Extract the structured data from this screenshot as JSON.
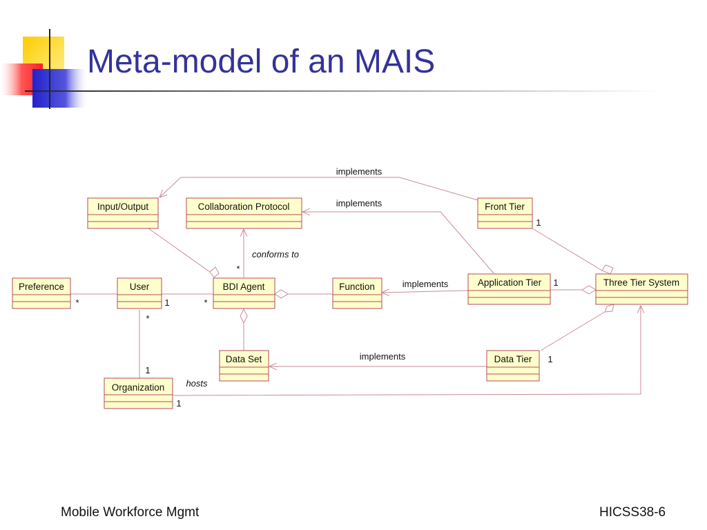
{
  "slide": {
    "title": "Meta-model of an MAIS",
    "footer_left": "Mobile Workforce Mgmt",
    "footer_right": "HICSS38-6",
    "accent_colors": {
      "title": "#333399",
      "logo_yellow": "#ffcc00",
      "logo_red": "#ff3333",
      "logo_blue": "#3333cc",
      "class_fill": "#ffffcc",
      "class_border": "#b54a5c"
    }
  },
  "diagram": {
    "classes": {
      "input_output": "Input/Output",
      "collaboration_protocol": "Collaboration Protocol",
      "front_tier": "Front Tier",
      "preference": "Preference",
      "user": "User",
      "bdi_agent": "BDI Agent",
      "function": "Function",
      "application_tier": "Application Tier",
      "three_tier_system": "Three Tier System",
      "data_set": "Data Set",
      "data_tier": "Data Tier",
      "organization": "Organization"
    },
    "labels": {
      "implements_front_io": "implements",
      "implements_app_collab": "implements",
      "implements_app_function": "implements",
      "implements_data": "implements",
      "conforms_to": "conforms to",
      "hosts": "hosts"
    },
    "multiplicities": {
      "front_tier": "1",
      "bdi_conforms": "*",
      "application_tier": "1",
      "preference_user": "*",
      "user_bdi": "1",
      "bdi_user": "*",
      "user_org": "*",
      "org_user": "1",
      "data_tier": "1",
      "organization_hosts": "1"
    }
  }
}
